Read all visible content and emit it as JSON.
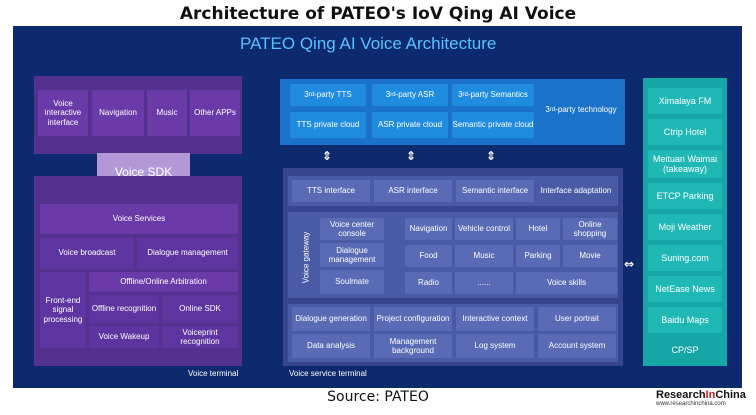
{
  "page_title": "Architecture of PATEO's IoV Qing AI Voice",
  "arch_title": "PATEO Qing AI Voice Architecture",
  "voice_terminal": {
    "apps": [
      "Voice interactive interface",
      "Navigation",
      "Music",
      "Other APPs"
    ],
    "sdk": "Voice SDK",
    "services_title": "Voice Services",
    "voice_broadcast": "Voice broadcast",
    "dialogue_management": "Dialogue  management",
    "front_end": "Front-end signal processing",
    "arbitration": "Offline/Online  Arbitration",
    "offline_recognition": "Offline recognition",
    "online_sdk": "Online  SDK",
    "voice_wakeup": "Voice Wakeup",
    "voiceprint": "Voiceprint recognition",
    "label": "Voice terminal"
  },
  "third_party": {
    "tts_pre": "3",
    "tts_sup": "rd",
    "tts_post": "-party TTS",
    "asr_pre": "3",
    "asr_sup": "rd",
    "asr_post": "-party ASR",
    "sem_pre": "3",
    "sem_sup": "rd",
    "sem_post": "-party Semantics",
    "tts_cloud": "TTS  private cloud",
    "asr_cloud": "ASR private cloud",
    "sem_cloud": "Semantic  private cloud",
    "tech_pre": "3",
    "tech_sup": "rd",
    "tech_post": "-party technology"
  },
  "voice_service": {
    "interfaces": [
      "TTS  interface",
      "ASR  interface",
      "Semantic  interface"
    ],
    "interface_adaptation": "Interface adaptation",
    "gateway": "Voice gateway",
    "gateway_items": [
      "Voice center console",
      "Dialogue management",
      "Soulmate"
    ],
    "skills_grid": [
      [
        "Navigation",
        "Vehicle  control",
        "Hotel",
        "Online  shopping"
      ],
      [
        "Food",
        "Music",
        "Parking",
        "Movie"
      ],
      [
        "Radio",
        "......"
      ]
    ],
    "voice_skills": "Voice skills",
    "bottom_row1": [
      "Dialogue generation",
      "Project configuration",
      "Interactive context",
      "User portrait"
    ],
    "bottom_row2": [
      "Data analysis",
      "Management background",
      "Log system",
      "Account system"
    ],
    "label": "Voice service terminal"
  },
  "cp_sp": {
    "items": [
      "Ximalaya FM",
      "Ctrip Hotel",
      "Meituan Waimai (takeaway)",
      "ETCP Parking",
      "Moji Weather",
      "Suning.com",
      "NetEase News",
      "Baidu Maps"
    ],
    "label": "CP/SP"
  },
  "source": "Source: PATEO",
  "logo": {
    "part1": "Research",
    "part2": "In",
    "part3": "China",
    "url": "www.researchinchina.com"
  },
  "colors": {
    "background": "#0d2a6e",
    "voice_terminal": "#54308f",
    "third_party": "#1a72c9",
    "voice_service": "#35468f",
    "cp_sp": "#17a6a6",
    "title_text": "#56c2ff"
  }
}
